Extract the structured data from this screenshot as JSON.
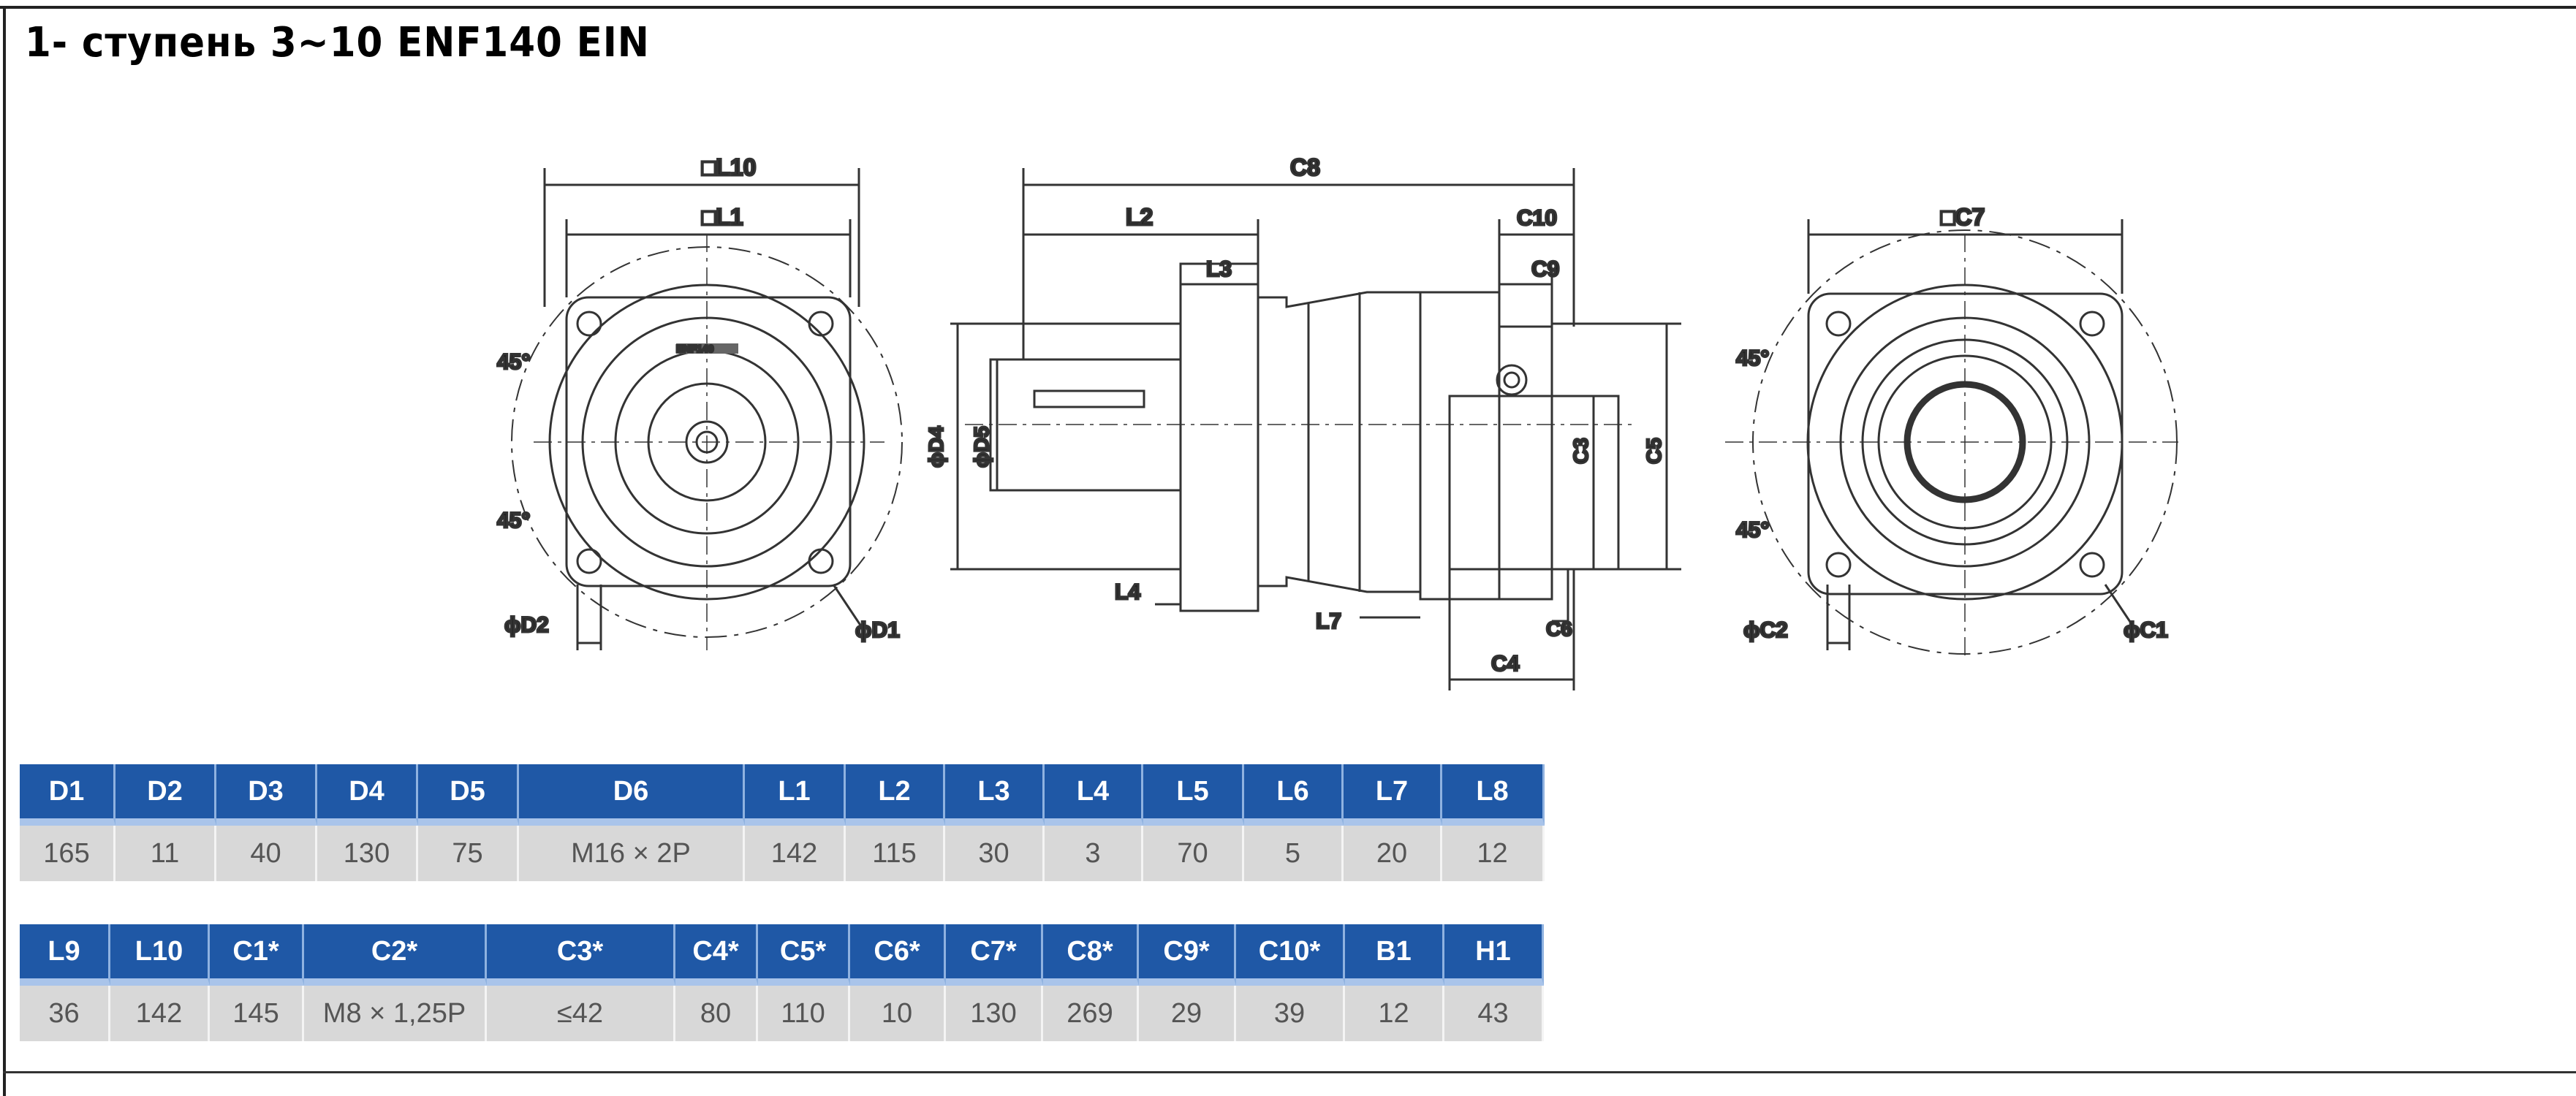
{
  "title": "1- ступень 3~10  ENF140 EIN",
  "drawing_labels": {
    "l10": "□L10",
    "l1": "□L1",
    "deg_a": "45°",
    "deg_b": "45°",
    "d2": "ϕD2",
    "d1": "ϕD1",
    "c8": "C8",
    "l2": "L2",
    "l3": "L3",
    "c10": "C10",
    "c9": "C9",
    "d4": "ϕD4",
    "d5": "ϕD5",
    "c3": "C3",
    "c5": "C5",
    "l4": "L4",
    "l7": "L7",
    "c6": "C6",
    "c4": "C4",
    "c7": "□C7",
    "deg_c": "45°",
    "deg_d": "45°",
    "c2": "ϕC2",
    "c1": "ϕC1",
    "nameplate": "ENF140"
  },
  "table1": {
    "headers": [
      "D1",
      "D2",
      "D3",
      "D4",
      "D5",
      "D6",
      "L1",
      "L2",
      "L3",
      "L4",
      "L5",
      "L6",
      "L7",
      "L8"
    ],
    "values": [
      "165",
      "11",
      "40",
      "130",
      "75",
      "M16 × 2P",
      "142",
      "115",
      "30",
      "3",
      "70",
      "5",
      "20",
      "12"
    ]
  },
  "table2": {
    "headers": [
      "L9",
      "L10",
      "C1*",
      "C2*",
      "C3*",
      "C4*",
      "C5*",
      "C6*",
      "C7*",
      "C8*",
      "C9*",
      "C10*",
      "B1",
      "H1"
    ],
    "values": [
      "36",
      "142",
      "145",
      "M8 × 1,25P",
      "≤42",
      "80",
      "110",
      "10",
      "130",
      "269",
      "29",
      "39",
      "12",
      "43"
    ]
  },
  "colors": {
    "header_bg": "#1f58a6",
    "row_bg": "#d8d8d8"
  }
}
